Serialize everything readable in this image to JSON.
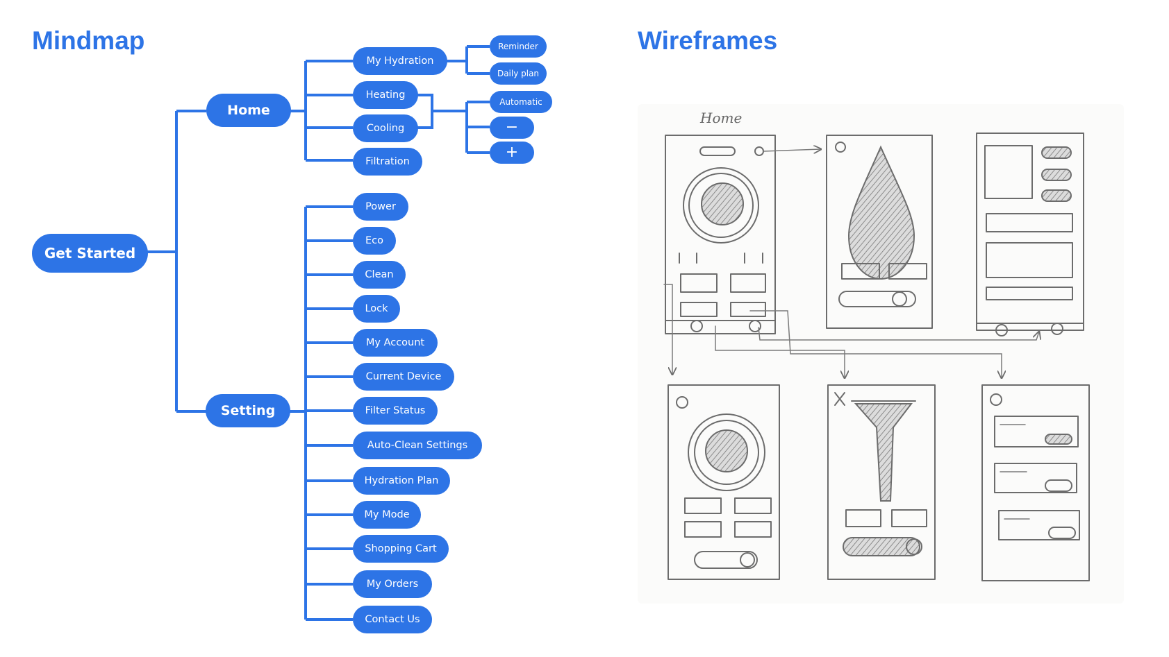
{
  "headings": {
    "mindmap": "Mindmap",
    "wireframes": "Wireframes"
  },
  "colors": {
    "accent": "#2d74e6",
    "sketch": "#6c6c6c"
  },
  "mindmap": {
    "root": "Get Started",
    "home": {
      "label": "Home",
      "my_hydration": {
        "label": "My Hydration",
        "children": [
          "Reminder",
          "Daily plan"
        ]
      },
      "heating": "Heating",
      "cooling": "Cooling",
      "temperature_options": [
        "Automatic",
        "−",
        "+"
      ],
      "filtration": "Filtration"
    },
    "setting": {
      "label": "Setting",
      "children": [
        "Power",
        "Eco",
        "Clean",
        "Lock",
        "My Account",
        "Current Device",
        "Filter Status",
        "Auto-Clean Settings",
        "Hydration Plan",
        "My Mode",
        "Shopping Cart",
        "My Orders",
        "Contact Us"
      ]
    }
  },
  "wireframes": {
    "sketch_label": "Home"
  }
}
